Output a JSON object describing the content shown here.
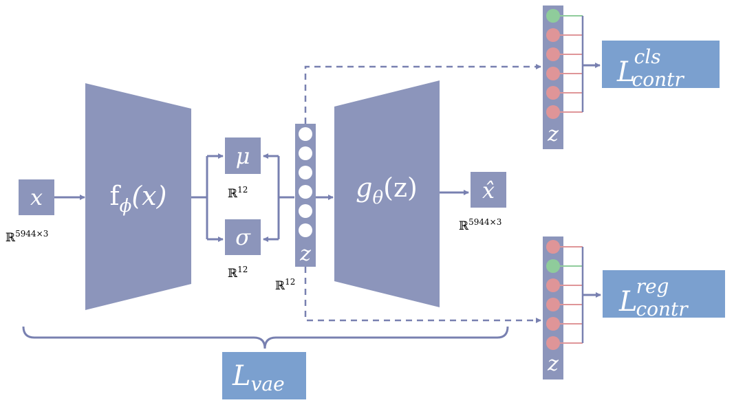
{
  "input": {
    "symbol": "x",
    "dim_base": "ℝ",
    "dim_exp": "5944×3"
  },
  "encoder": {
    "label": "f",
    "sub": "ϕ",
    "arg": "(x)"
  },
  "mu": {
    "symbol": "μ",
    "dim_base": "ℝ",
    "dim_exp": "12"
  },
  "sigma": {
    "symbol": "σ",
    "dim_base": "ℝ",
    "dim_exp": "12"
  },
  "latent": {
    "symbol": "z",
    "dim_base": "ℝ",
    "dim_exp": "12",
    "node_count": 6
  },
  "decoder": {
    "label": "g",
    "sub": "θ",
    "arg": "(z)"
  },
  "output": {
    "symbol": "x̂",
    "dim_base": "ℝ",
    "dim_exp": "5944×3"
  },
  "loss_cls": {
    "main": "L",
    "sup": "cls",
    "sub": "contr"
  },
  "loss_reg": {
    "main": "L",
    "sup": "reg",
    "sub": "contr"
  },
  "loss_vae": {
    "main": "L",
    "sub": "vae"
  },
  "contrastive_cls": {
    "symbol": "z",
    "node_states": [
      "positive",
      "negative",
      "negative",
      "negative",
      "negative",
      "negative"
    ]
  },
  "contrastive_reg": {
    "symbol": "z",
    "node_states": [
      "negative",
      "positive",
      "negative",
      "negative",
      "negative",
      "negative"
    ]
  },
  "colors": {
    "block": "#8c95bb",
    "loss_box": "#7ba0cf",
    "arrow": "#7880b0",
    "positive_node": "#8fcc9b",
    "negative_node": "#df9598",
    "positive_line": "#8fcc9b",
    "negative_line": "#df9598"
  }
}
